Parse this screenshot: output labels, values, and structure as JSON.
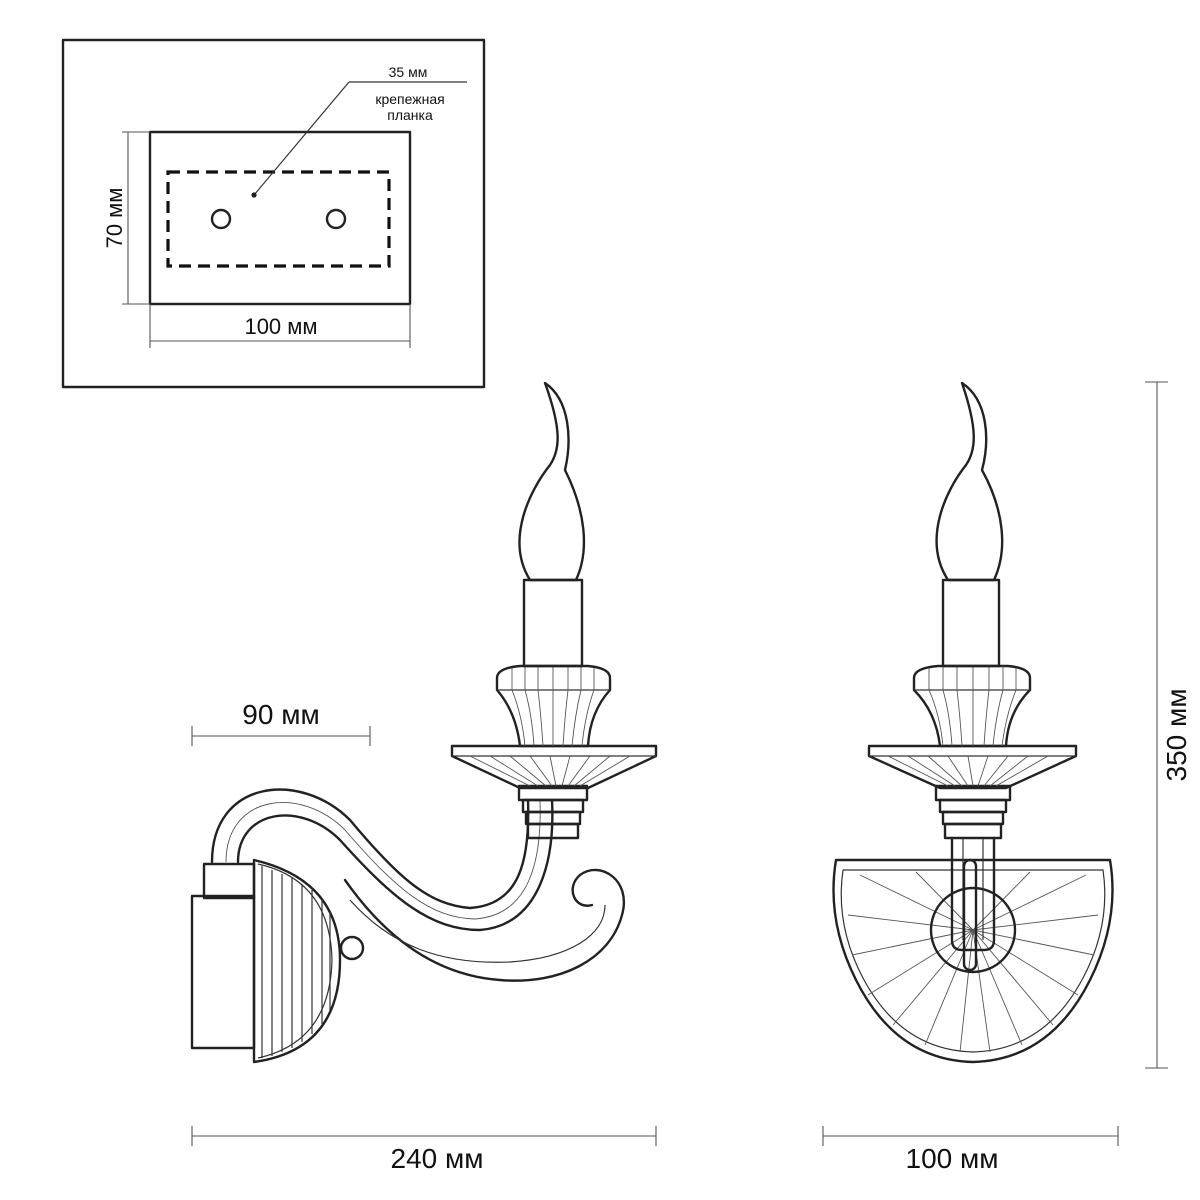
{
  "mount_plate": {
    "height_label": "70 мм",
    "width_label": "100 мм",
    "bracket_size_label": "35 мм",
    "bracket_caption_line1": "крепежная",
    "bracket_caption_line2": "планка"
  },
  "side_view": {
    "depth_label": "90 мм",
    "width_label": "240 мм"
  },
  "front_view": {
    "height_label": "350 мм",
    "width_label": "100 мм"
  }
}
